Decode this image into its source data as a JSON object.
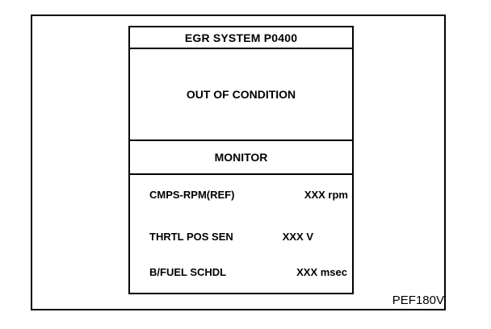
{
  "screen": {
    "title": "EGR SYSTEM P0400",
    "status": "OUT OF CONDITION",
    "section": "MONITOR",
    "rows": [
      {
        "label": "CMPS-RPM(REF)",
        "value": "XXX rpm"
      },
      {
        "label": "THRTL POS SEN",
        "value": "XXX V"
      },
      {
        "label": "B/FUEL SCHDL",
        "value": "XXX msec"
      }
    ]
  },
  "figure_code": "PEF180V"
}
